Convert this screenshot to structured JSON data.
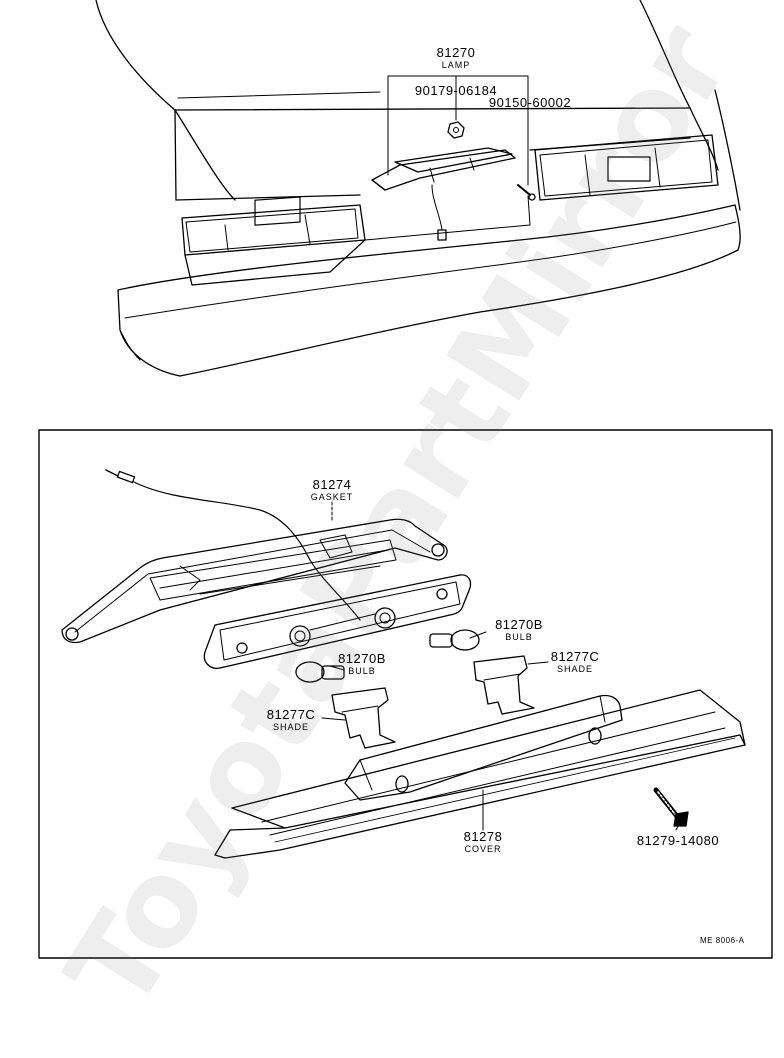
{
  "watermark": "ToyotaPartMirror",
  "diagram_code": "ME 8006-A",
  "callouts": {
    "lamp": {
      "part_no": "81270",
      "name": "LAMP"
    },
    "nut": {
      "part_no": "90179-06184"
    },
    "screw_top": {
      "part_no": "90150-60002"
    },
    "gasket": {
      "part_no": "81274",
      "name": "GASKET"
    },
    "bulb_right": {
      "part_no": "81270B",
      "name": "BULB"
    },
    "bulb_left": {
      "part_no": "81270B",
      "name": "BULB"
    },
    "shade_right": {
      "part_no": "81277C",
      "name": "SHADE"
    },
    "shade_left": {
      "part_no": "81277C",
      "name": "SHADE"
    },
    "cover": {
      "part_no": "81278",
      "name": "COVER"
    },
    "screw_cover": {
      "part_no": "81279-14080"
    }
  }
}
